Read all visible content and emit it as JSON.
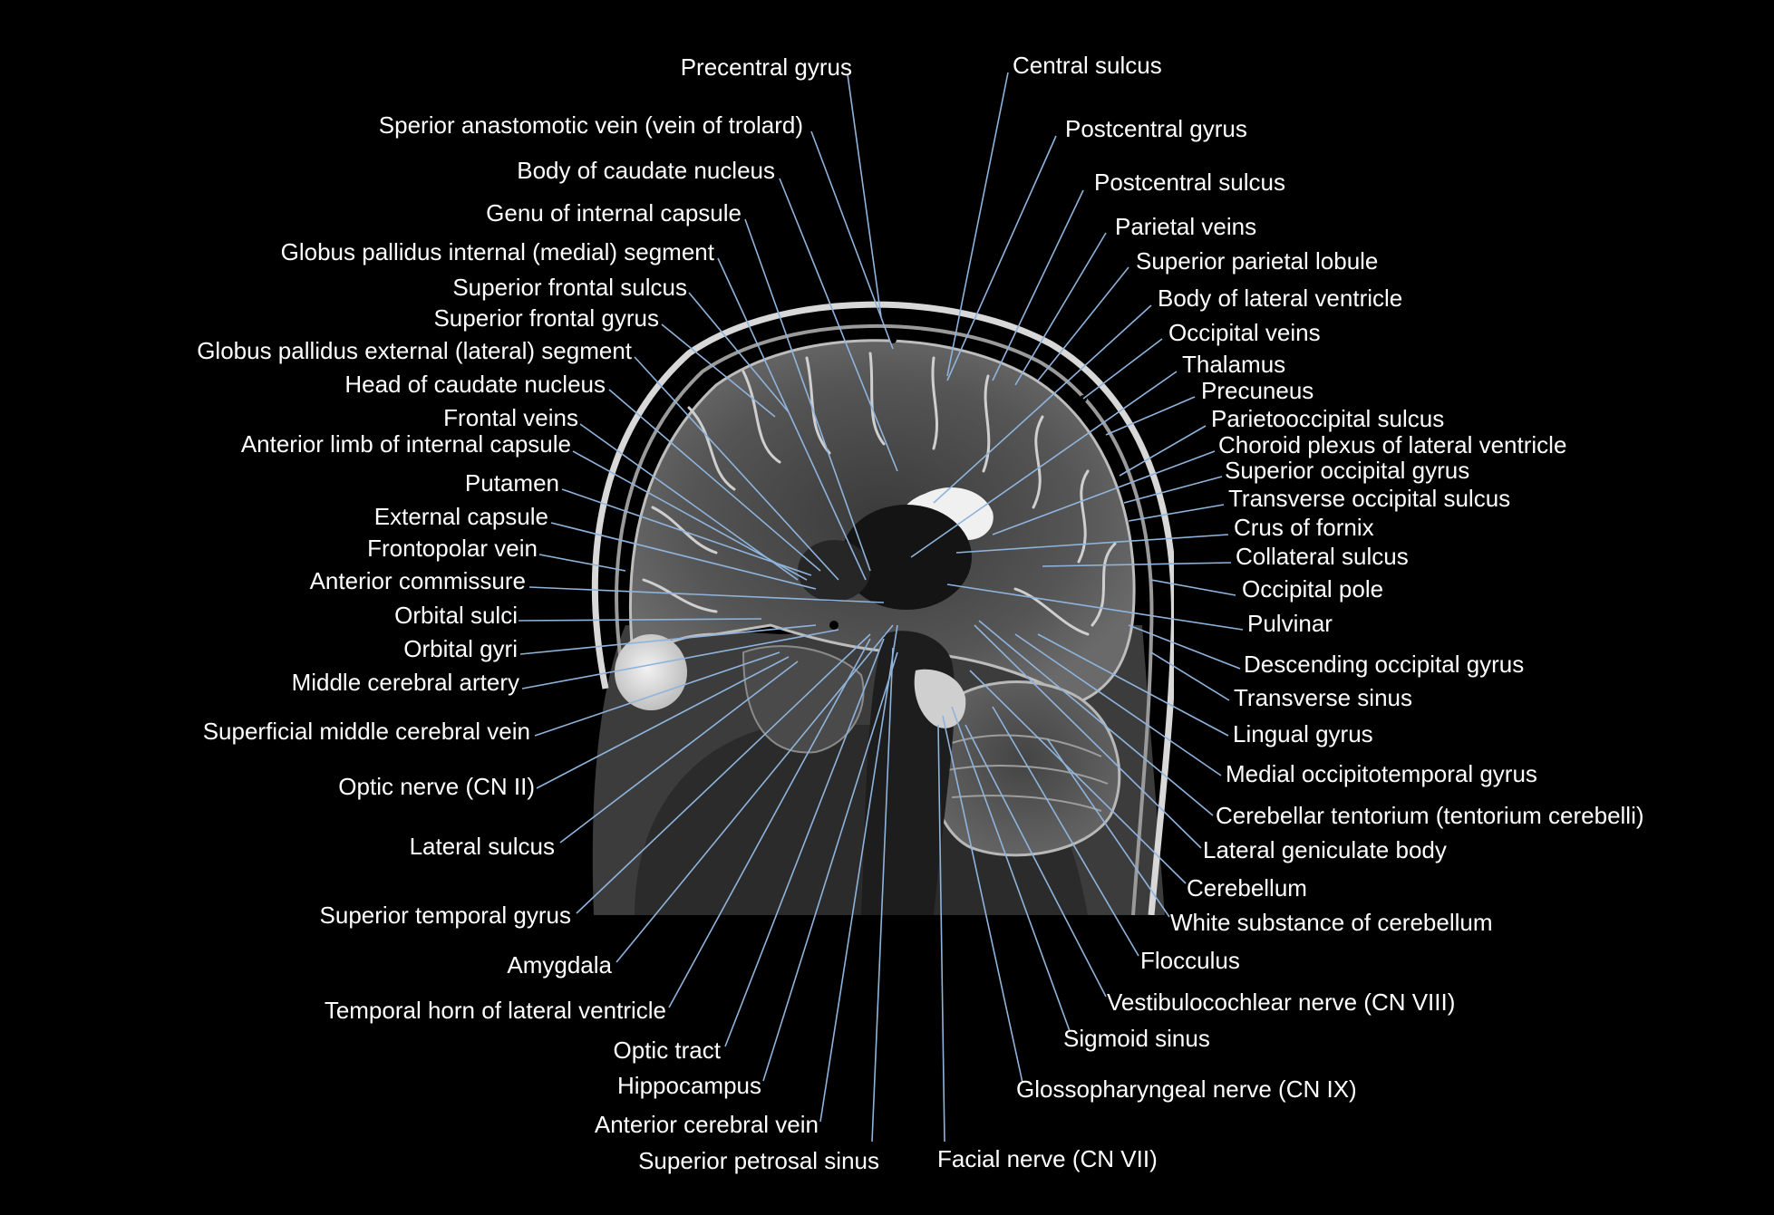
{
  "colors": {
    "background": "#000000",
    "text": "#ffffff",
    "leader": "#8fb4dc"
  },
  "left_labels": [
    "Precentral gyrus",
    "Sperior anastomotic vein (vein of trolard)",
    "Body of caudate nucleus",
    "Genu of internal capsule",
    "Globus pallidus internal (medial) segment",
    "Superior frontal sulcus",
    "Superior frontal gyrus",
    "Globus pallidus external (lateral) segment",
    "Head of caudate nucleus",
    "Frontal veins",
    "Anterior limb of internal capsule",
    "Putamen",
    "External capsule",
    "Frontopolar vein",
    "Anterior commissure",
    "Orbital sulci",
    "Orbital gyri",
    "Middle cerebral artery",
    "Superficial middle cerebral vein",
    "Optic nerve (CN II)",
    "Lateral sulcus",
    "Superior temporal gyrus",
    "Amygdala",
    "Temporal horn of lateral ventricle",
    "Optic tract",
    "Hippocampus",
    "Anterior cerebral vein",
    "Superior petrosal sinus"
  ],
  "right_labels": [
    "Central sulcus",
    "Postcentral gyrus",
    "Postcentral sulcus",
    "Parietal veins",
    "Superior parietal lobule",
    "Body of lateral ventricle",
    "Occipital veins",
    "Thalamus",
    "Precuneus",
    "Parietooccipital sulcus",
    "Choroid plexus of lateral ventricle",
    "Superior occipital gyrus",
    "Transverse occipital sulcus",
    "Crus of fornix",
    "Collateral sulcus",
    "Occipital pole",
    "Pulvinar",
    "Descending occipital gyrus",
    "Transverse sinus",
    "Lingual gyrus",
    "Medial occipitotemporal gyrus",
    "Cerebellar tentorium (tentorium cerebelli)",
    "Lateral geniculate body",
    "Cerebellum",
    "White substance of cerebellum",
    "Flocculus",
    "Vestibulocochlear nerve (CN VIII)",
    "Sigmoid sinus",
    "Glossopharyngeal nerve (CN IX)",
    "Facial nerve (CN VII)"
  ]
}
